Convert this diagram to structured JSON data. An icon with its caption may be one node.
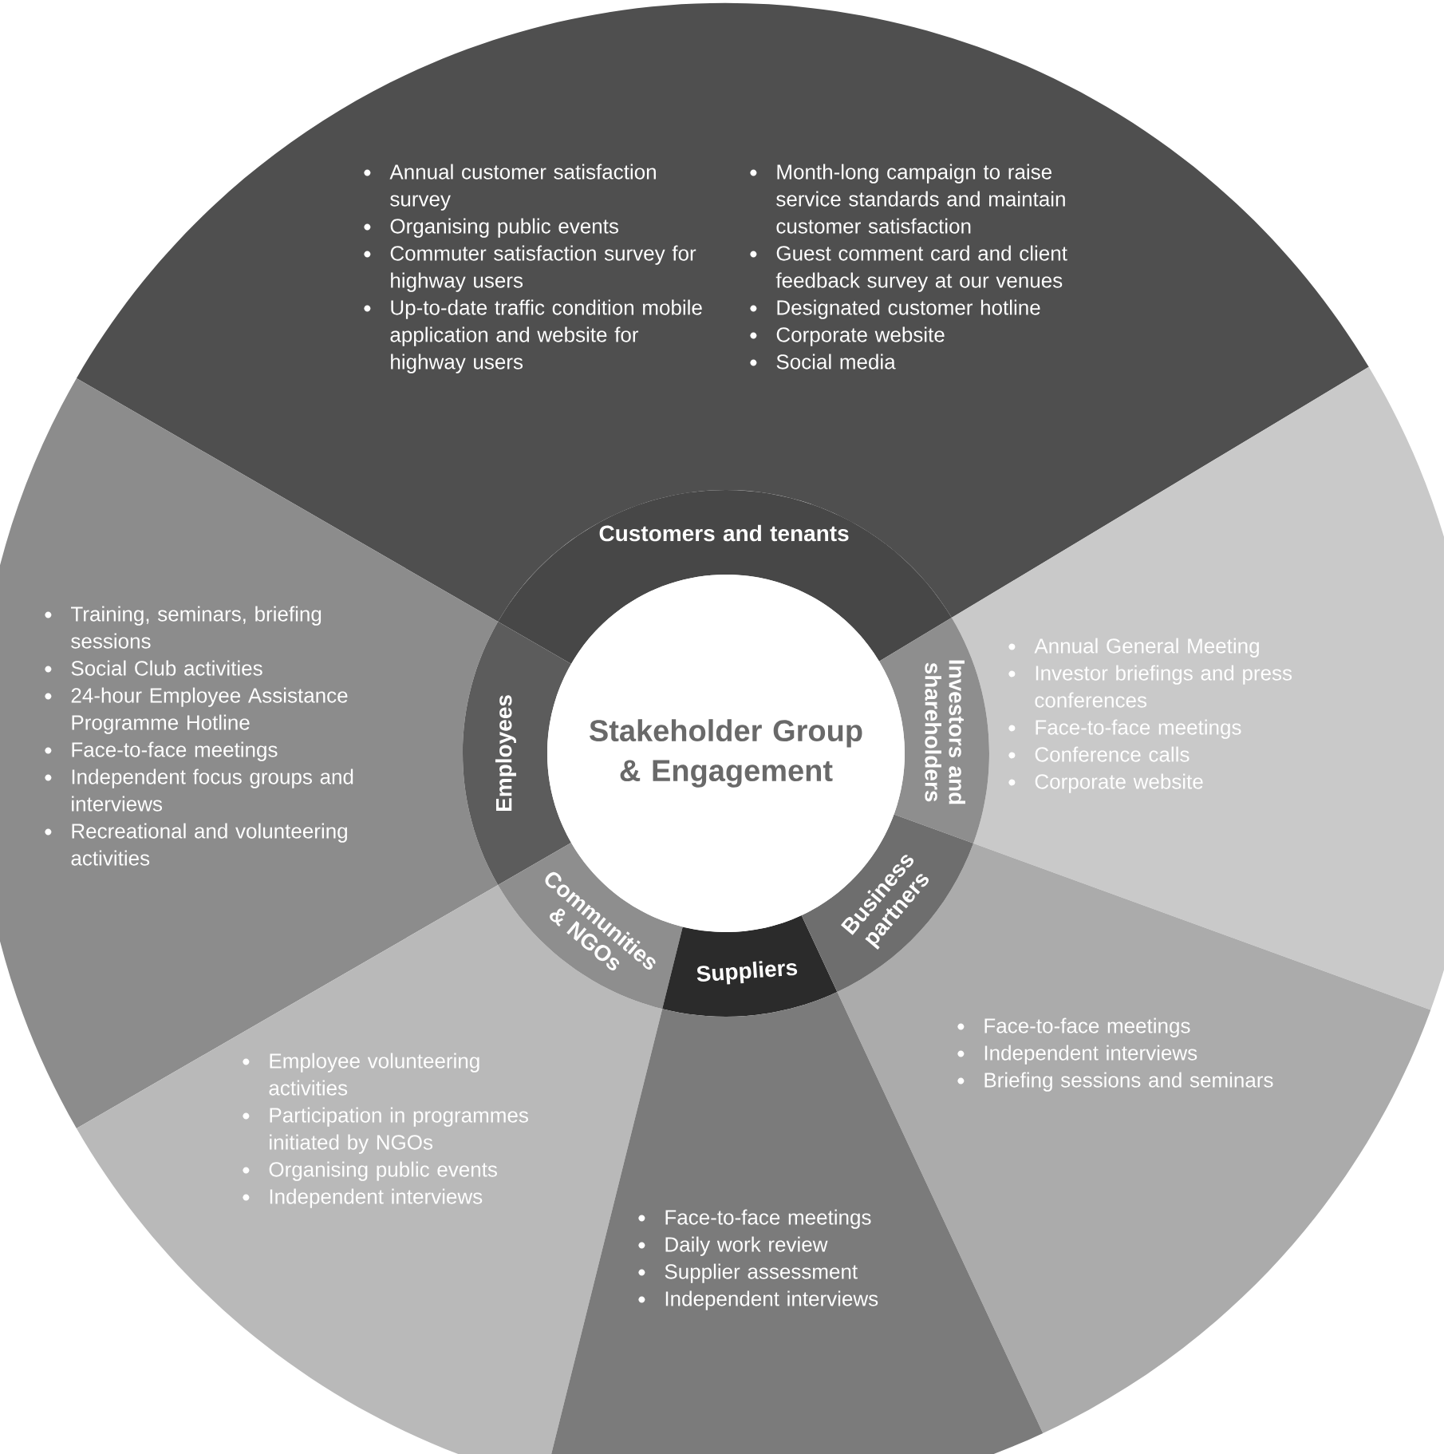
{
  "diagram": {
    "nodes": [
      {
        "text": [
          "Annual customer satisfaction survey",
          "Organising public events",
          "Commuter satisfaction survey for highway users",
          "Up-to-date traffic condition mobile application and website for highway users",
          "Month-long campaign to raise service standards and maintain customer satisfaction",
          "Guest comment card and client feedback survey at our venues",
          "Designated customer hotline",
          "Corporate website",
          "Social media"
        ]
      },
      {
        "text": [
          "Training, seminars, briefing sessions",
          "Social Club activities",
          "24-hour Employee Assistance Programme Hotline",
          "Face-to-face meetings",
          "Independent focus groups and interviews",
          "Recreational and volunteering activities"
        ]
      },
      {
        "text": [
          "Annual General Meeting",
          "Investor briefings and press conferences",
          "Face-to-face meetings",
          "Conference calls",
          "Corporate website"
        ]
      },
      {
        "text": [
          "Customers and tenants"
        ]
      },
      {
        "text": [
          "Employees"
        ]
      },
      {
        "text": [
          "Stakeholder Group & Engagement"
        ]
      },
      {
        "text": [
          "Investors and shareholders"
        ]
      },
      {
        "text": [
          "Communities & NGOs"
        ]
      },
      {
        "text": [
          "Suppliers"
        ]
      },
      {
        "text": [
          "Business partners"
        ]
      },
      {
        "text": [
          "Face-to-face meetings",
          "Independent interviews",
          "Briefing sessions and seminars"
        ]
      },
      {
        "text": [
          "Employee volunteering activities",
          "Participation in programmes initiated by NGOs",
          "Organising public events",
          "Independent interviews"
        ]
      },
      {
        "text": [
          "Face-to-face meetings",
          "Daily work review",
          "Supplier assessment",
          "Independent interviews"
        ]
      }
    ]
  }
}
